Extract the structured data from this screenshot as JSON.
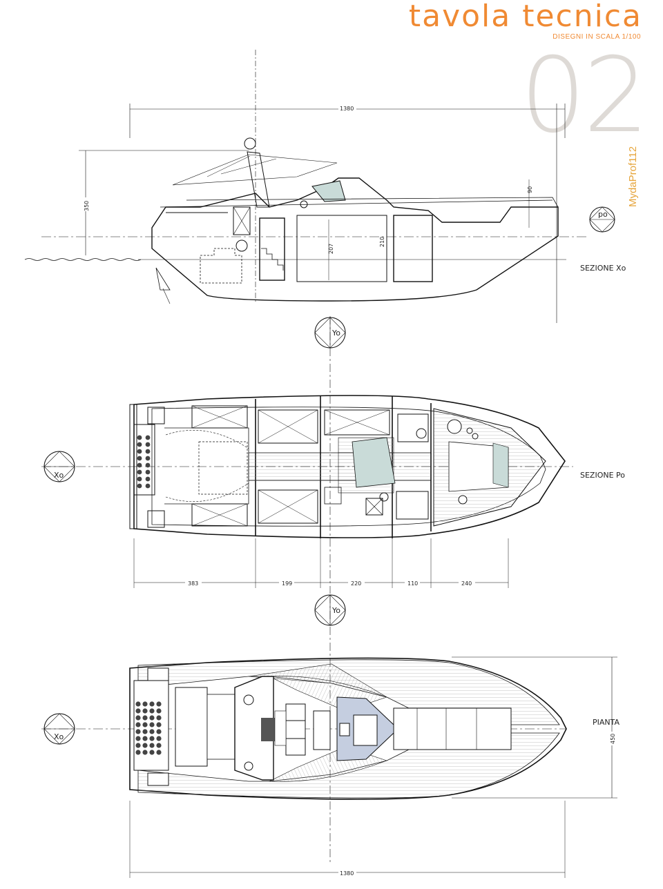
{
  "header": {
    "title": "tavola tecnica",
    "subtitle": "DISEGNI IN SCALA 1/100",
    "sheet_number": "02",
    "author": "MydaProf112"
  },
  "views": {
    "section_x": {
      "label": "SEZIONE Xo",
      "marker": "po",
      "dims": {
        "length": "1380",
        "height": "350",
        "mast": "90",
        "h1": "207",
        "h2": "210"
      }
    },
    "section_p": {
      "label": "SEZIONE Po",
      "marker_left": "Xo",
      "marker_top": "Yo",
      "dims": [
        "383",
        "199",
        "220",
        "110",
        "240"
      ]
    },
    "plan": {
      "label": "PIANTA",
      "marker_left": "Xo",
      "marker_top": "Yo",
      "dims": {
        "length": "1380",
        "beam": "450"
      }
    }
  },
  "colors": {
    "accent": "#f08a33",
    "number": "#dedad6",
    "author": "#e6a43a",
    "glass": "#c9dbd8",
    "deck_blue": "#c5cee0"
  }
}
